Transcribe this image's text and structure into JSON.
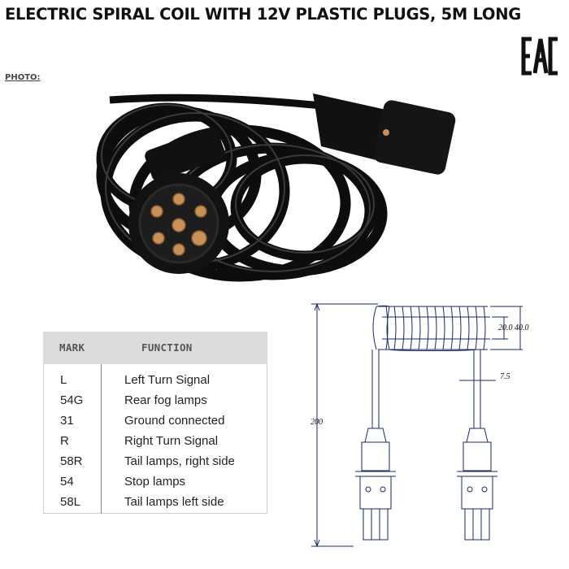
{
  "title": "ELECTRIC SPIRAL COIL WITH 12V PLASTIC PLUGS, 5M LONG",
  "certification": "EAC",
  "photo_label": "PHOTO:",
  "table": {
    "headers": {
      "mark": "MARK",
      "function": "FUNCTION"
    },
    "rows": [
      {
        "mark": "L",
        "function": "Left Turn Signal"
      },
      {
        "mark": "54G",
        "function": "Rear fog lamps"
      },
      {
        "mark": "31",
        "function": "Ground connected"
      },
      {
        "mark": "R",
        "function": "Right Turn Signal"
      },
      {
        "mark": "58R",
        "function": "Tail lamps, right side"
      },
      {
        "mark": "54",
        "function": "Stop lamps"
      },
      {
        "mark": "58L",
        "function": "Tail lamps left side"
      }
    ]
  },
  "drawing": {
    "dim_overall": "200",
    "dim_coil_inner": "20.0",
    "dim_coil_outer": "40.0",
    "dim_cable": "7.5"
  },
  "colors": {
    "cable": "#0d0d0d",
    "pin": "#c8915a",
    "drawing_line": "#1a2a6a"
  }
}
